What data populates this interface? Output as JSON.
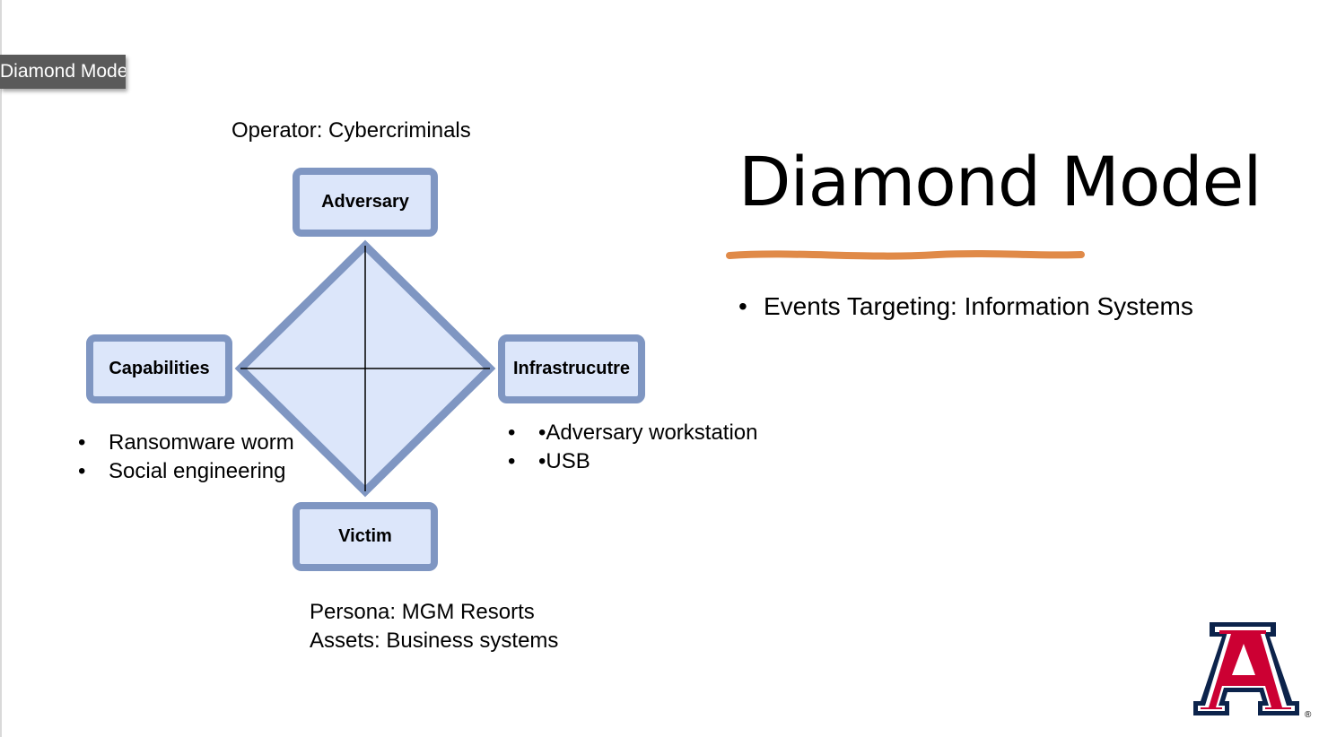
{
  "tab": {
    "label": "Diamond Model"
  },
  "slide": {
    "title": "Diamond Model",
    "bullets": [
      "Events Targeting: Information Systems"
    ],
    "operator": "Operator: Cybercriminals",
    "nodes": {
      "adversary": "Adversary",
      "capabilities": "Capabilities",
      "infrastructure": "Infrastrucutre",
      "victim": "Victim"
    },
    "capabilities_list": [
      "Ransomware worm",
      "Social engineering"
    ],
    "infrastructure_list": [
      "•Adversary workstation",
      "•USB"
    ],
    "victim_info": [
      "Persona: MGM Resorts",
      "Assets: Business systems"
    ]
  },
  "colors": {
    "node_fill": "#dce6fa",
    "node_border": "#7f96c2",
    "underline": "#e08a49",
    "logo_red": "#cc0033",
    "logo_navy": "#0c234b"
  },
  "logo": {
    "icon": "university-of-arizona-a-logo",
    "mark": "®"
  }
}
